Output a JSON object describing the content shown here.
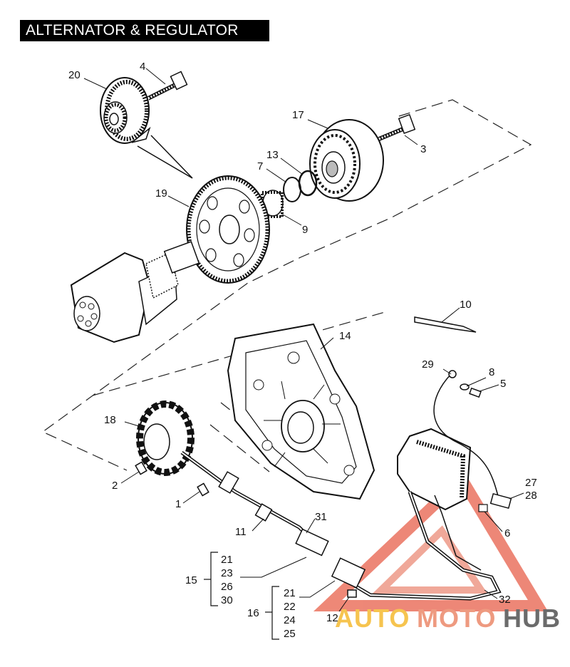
{
  "title": "ALTERNATOR & REGULATOR",
  "callouts": {
    "c1": "1",
    "c2": "2",
    "c3": "3",
    "c4": "4",
    "c5": "5",
    "c6": "6",
    "c7": "7",
    "c8": "8",
    "c9": "9",
    "c10": "10",
    "c11": "11",
    "c12": "12",
    "c13": "13",
    "c14": "14",
    "c15": "15",
    "c16": "16",
    "c17": "17",
    "c18": "18",
    "c19": "19",
    "c20": "20",
    "c27": "27",
    "c28": "28",
    "c29": "29",
    "c31": "31",
    "c32": "32"
  },
  "group15": [
    "21",
    "23",
    "26",
    "30"
  ],
  "group16": [
    "21",
    "22",
    "24",
    "25"
  ],
  "watermark": {
    "auto": "AUTO",
    "moto": "MOTO",
    "hub": "HUB"
  },
  "colors": {
    "title_bg": "#000000",
    "title_fg": "#ffffff",
    "wm_yellow": "#f6c44f",
    "wm_red": "#e8604a",
    "wm_gray": "#6b6b6b"
  }
}
